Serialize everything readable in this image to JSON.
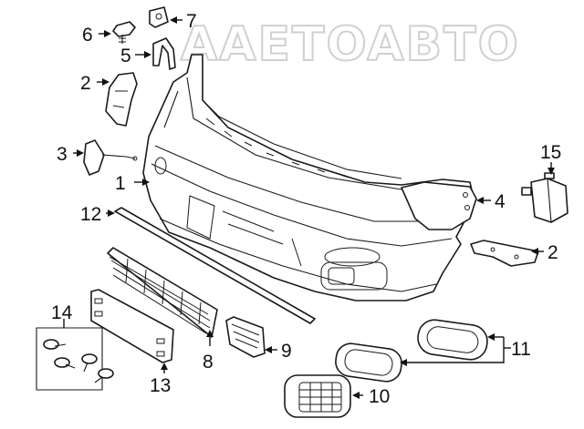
{
  "watermark": {
    "text": "AAETOABTO"
  },
  "callouts": [
    {
      "id": "c1",
      "label": "1"
    },
    {
      "id": "c2a",
      "label": "2"
    },
    {
      "id": "c2b",
      "label": "2"
    },
    {
      "id": "c3",
      "label": "3"
    },
    {
      "id": "c4",
      "label": "4"
    },
    {
      "id": "c5",
      "label": "5"
    },
    {
      "id": "c6",
      "label": "6"
    },
    {
      "id": "c7",
      "label": "7"
    },
    {
      "id": "c8",
      "label": "8"
    },
    {
      "id": "c9",
      "label": "9"
    },
    {
      "id": "c10",
      "label": "10"
    },
    {
      "id": "c11",
      "label": "11"
    },
    {
      "id": "c12",
      "label": "12"
    },
    {
      "id": "c13",
      "label": "13"
    },
    {
      "id": "c14",
      "label": "14"
    },
    {
      "id": "c15",
      "label": "15"
    }
  ]
}
